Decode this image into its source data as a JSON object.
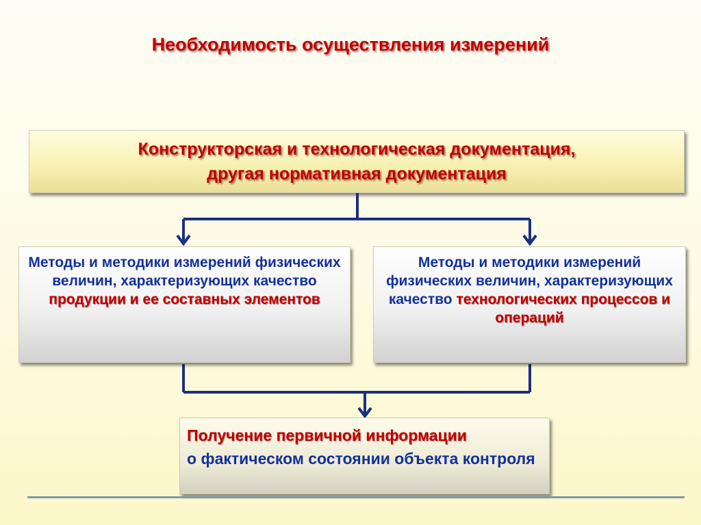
{
  "title": "Необходимость осуществления измерений",
  "top_box": {
    "line1": "Конструкторская и технологическая  документация,",
    "line2": "другая нормативная документация"
  },
  "left_box": {
    "blue": "Методы и методики измерений физических величин, характеризующих качество",
    "red": "продукции и ее составных элементов"
  },
  "right_box": {
    "blue": "Методы и методики измерений физических величин, характеризующих качество",
    "red": "технологических процессов и операций"
  },
  "bottom_box": {
    "red": "Получение первичной информации",
    "blue": "о фактическом состоянии объекта контроля"
  },
  "colors": {
    "title_red": "#c00000",
    "text_blue": "#12309c",
    "connector": "#1a3080"
  }
}
